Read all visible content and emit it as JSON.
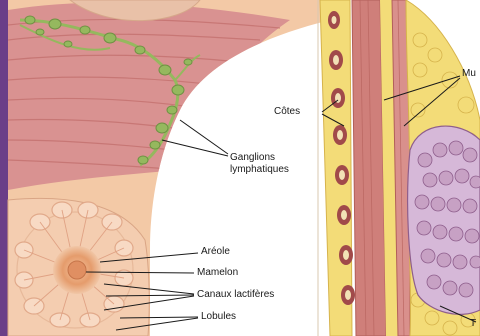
{
  "labels": {
    "ribs": "Côtes",
    "lymph_nodes": "Ganglions lymphatiques",
    "areola": "Aréole",
    "nipple": "Mamelon",
    "lactiferous_ducts": "Canaux lactifères",
    "lobules": "Lobules",
    "muscles_partial": "Mu",
    "right_bottom_partial": "T"
  },
  "colors": {
    "frame_left": "#6a3e88",
    "muscle": "#d9908c",
    "muscle_stripe": "#c97670",
    "skin": "#f3c9a6",
    "skin_light": "#f8dcc4",
    "fat": "#f3dc78",
    "fat_outline": "#d6b34c",
    "lymph": "#95b85e",
    "lymph_dark": "#6f9143",
    "gland": "#c7a1c4",
    "gland_outline": "#8e5e8c",
    "rib_dark": "#a14a4a",
    "nipple": "#e59c6c"
  }
}
